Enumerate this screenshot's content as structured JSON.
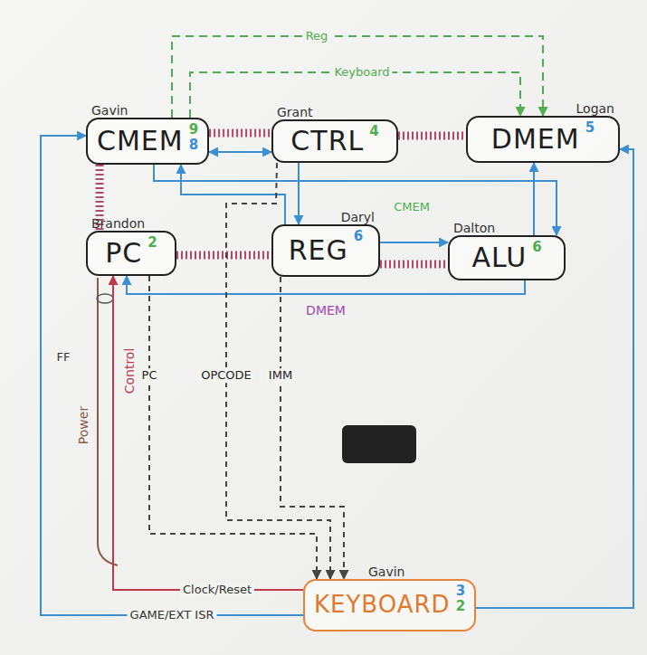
{
  "diagram": {
    "nodes": [
      {
        "text": [
          "Gavin",
          "CMEM",
          "9",
          "8"
        ]
      },
      {
        "text": [
          "Grant",
          "CTRL",
          "4"
        ]
      },
      {
        "text": [
          "Logan",
          "DMEM",
          "5"
        ]
      },
      {
        "text": [
          "Brandon",
          "PC",
          "2"
        ]
      },
      {
        "text": [
          "Daryl",
          "REG",
          "6"
        ]
      },
      {
        "text": [
          "Dalton",
          "ALU",
          "6"
        ]
      },
      {
        "text": [
          "Gavin",
          "KEYBOARD",
          "3",
          "2"
        ]
      }
    ],
    "edges": [
      {
        "from": 0,
        "to": 1,
        "arrow": "none"
      },
      {
        "from": 0,
        "to": 1,
        "arrow": "both"
      },
      {
        "from": 1,
        "to": 2,
        "arrow": "none"
      },
      {
        "from": 0,
        "to": 3,
        "arrow": "none"
      },
      {
        "from": 3,
        "to": 4,
        "arrow": "none"
      },
      {
        "from": 4,
        "to": 5,
        "arrow": "none"
      },
      {
        "from": 4,
        "to": 5,
        "arrow": "to"
      },
      {
        "from": 1,
        "to": 4,
        "arrow": "to"
      },
      {
        "from": 4,
        "to": 0,
        "arrow": "to"
      },
      {
        "from": 5,
        "to": 2,
        "arrow": "to"
      },
      {
        "from": 0,
        "to": 5,
        "arrow": "to"
      },
      {
        "from": 5,
        "to": 3,
        "arrow": "to"
      },
      {
        "from": 6,
        "to": 3,
        "arrow": "to",
        "label": "Clock/Reset"
      },
      {
        "from": 6,
        "to": 0,
        "arrow": "to",
        "label": "GAME/EXT ISR"
      },
      {
        "from": 6,
        "to": 2,
        "arrow": "to"
      },
      {
        "from": 3,
        "to": 6,
        "arrow": "to",
        "label": "PC"
      },
      {
        "from": 1,
        "to": 6,
        "arrow": "to",
        "label": "OPCODE"
      },
      {
        "from": 4,
        "to": 6,
        "arrow": "to",
        "label": "IMM"
      },
      {
        "from": 0,
        "to": 2,
        "arrow": "to",
        "label": "Reg"
      },
      {
        "from": 0,
        "to": 2,
        "arrow": "to",
        "label": "Keyboard"
      }
    ],
    "labels": [
      "CMEM",
      "DMEM",
      "Power",
      "Control",
      "FF"
    ]
  }
}
